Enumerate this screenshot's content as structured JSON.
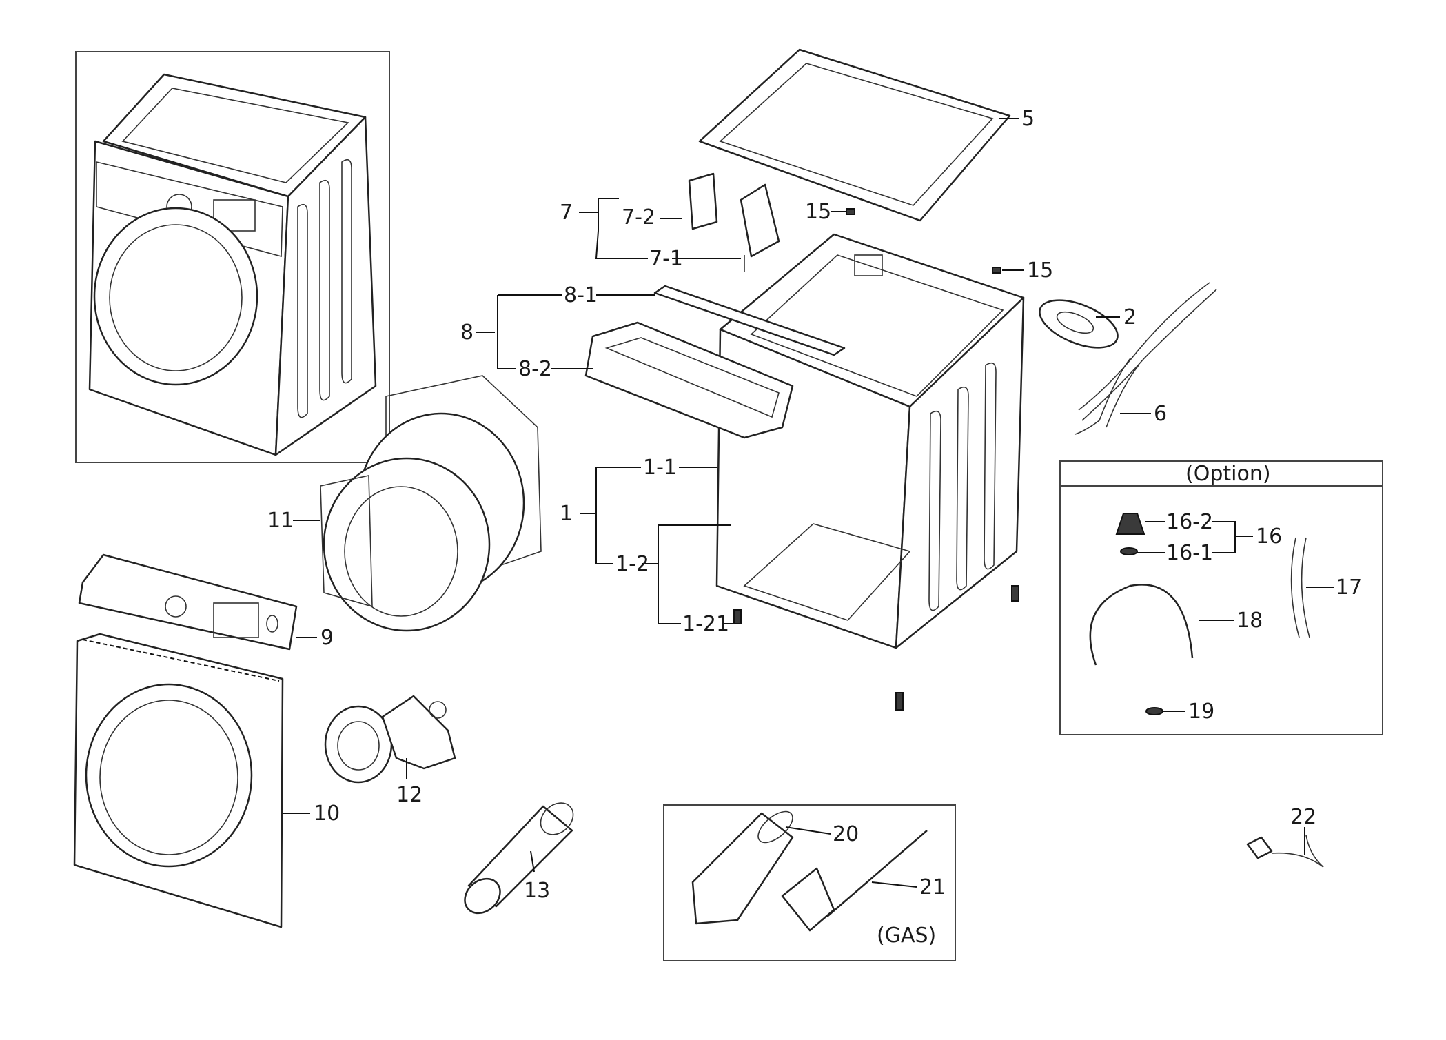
{
  "diagram": {
    "callouts": {
      "c1": "1",
      "c1_1": "1-1",
      "c1_2": "1-2",
      "c1_21": "1-21",
      "c2": "2",
      "c5": "5",
      "c6": "6",
      "c7": "7",
      "c7_1": "7-1",
      "c7_2": "7-2",
      "c8": "8",
      "c8_1": "8-1",
      "c8_2": "8-2",
      "c9": "9",
      "c10": "10",
      "c11": "11",
      "c12": "12",
      "c13": "13",
      "c15a": "15",
      "c15b": "15",
      "c16": "16",
      "c16_1": "16-1",
      "c16_2": "16-2",
      "c17": "17",
      "c18": "18",
      "c19": "19",
      "c20": "20",
      "c21": "21",
      "c22": "22"
    },
    "option_box_title": "(Option)",
    "gas_box_label": "(GAS)"
  }
}
